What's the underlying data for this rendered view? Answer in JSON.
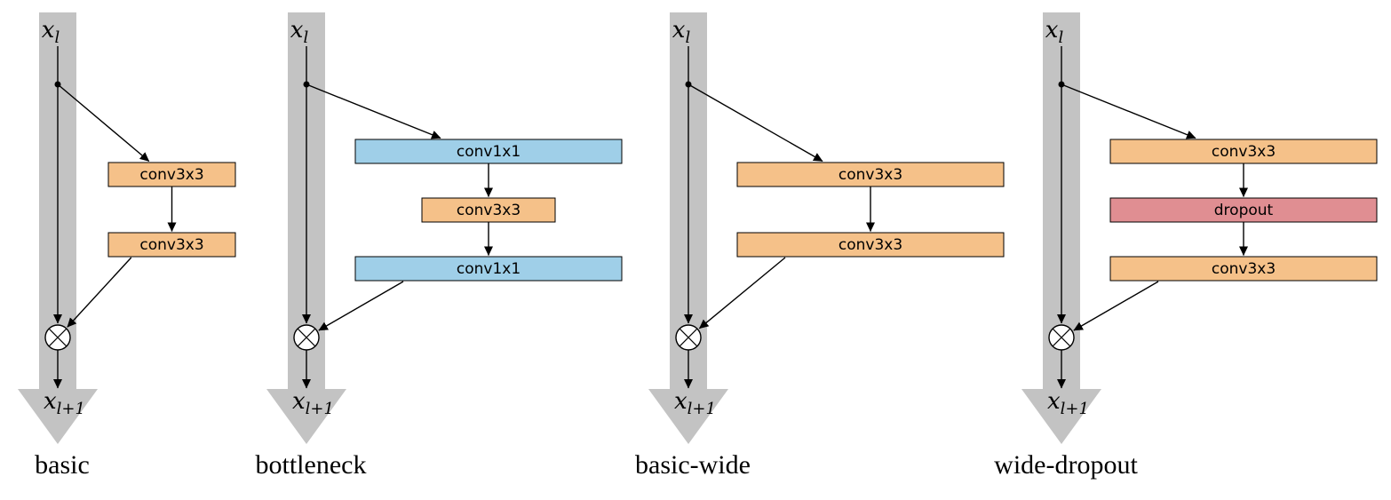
{
  "figure": {
    "description": "residual block variants diagram",
    "colors": {
      "band": "#c3c3c3",
      "conv_orange": "#f5c189",
      "conv_blue": "#9fcfe8",
      "dropout_red": "#e08e92",
      "line": "#000000",
      "node_fill": "#ffffff"
    },
    "panels": [
      {
        "caption": "basic",
        "input_label": {
          "base": "x",
          "sub": "l"
        },
        "output_label": {
          "base": "x",
          "sub": "l+1"
        },
        "blocks": [
          {
            "label": "conv3x3",
            "color": "#f5c189",
            "size": "s"
          },
          {
            "label": "conv3x3",
            "color": "#f5c189",
            "size": "s"
          }
        ]
      },
      {
        "caption": "bottleneck",
        "input_label": {
          "base": "x",
          "sub": "l"
        },
        "output_label": {
          "base": "x",
          "sub": "l+1"
        },
        "blocks": [
          {
            "label": "conv1x1",
            "color": "#9fcfe8",
            "size": "l"
          },
          {
            "label": "conv3x3",
            "color": "#f5c189",
            "size": "m"
          },
          {
            "label": "conv1x1",
            "color": "#9fcfe8",
            "size": "l"
          }
        ]
      },
      {
        "caption": "basic-wide",
        "input_label": {
          "base": "x",
          "sub": "l"
        },
        "output_label": {
          "base": "x",
          "sub": "l+1"
        },
        "blocks": [
          {
            "label": "conv3x3",
            "color": "#f5c189",
            "size": "l"
          },
          {
            "label": "conv3x3",
            "color": "#f5c189",
            "size": "l"
          }
        ]
      },
      {
        "caption": "wide-dropout",
        "input_label": {
          "base": "x",
          "sub": "l"
        },
        "output_label": {
          "base": "x",
          "sub": "l+1"
        },
        "blocks": [
          {
            "label": "conv3x3",
            "color": "#f5c189",
            "size": "l"
          },
          {
            "label": "dropout",
            "color": "#e08e92",
            "size": "l"
          },
          {
            "label": "conv3x3",
            "color": "#f5c189",
            "size": "l"
          }
        ]
      }
    ]
  }
}
